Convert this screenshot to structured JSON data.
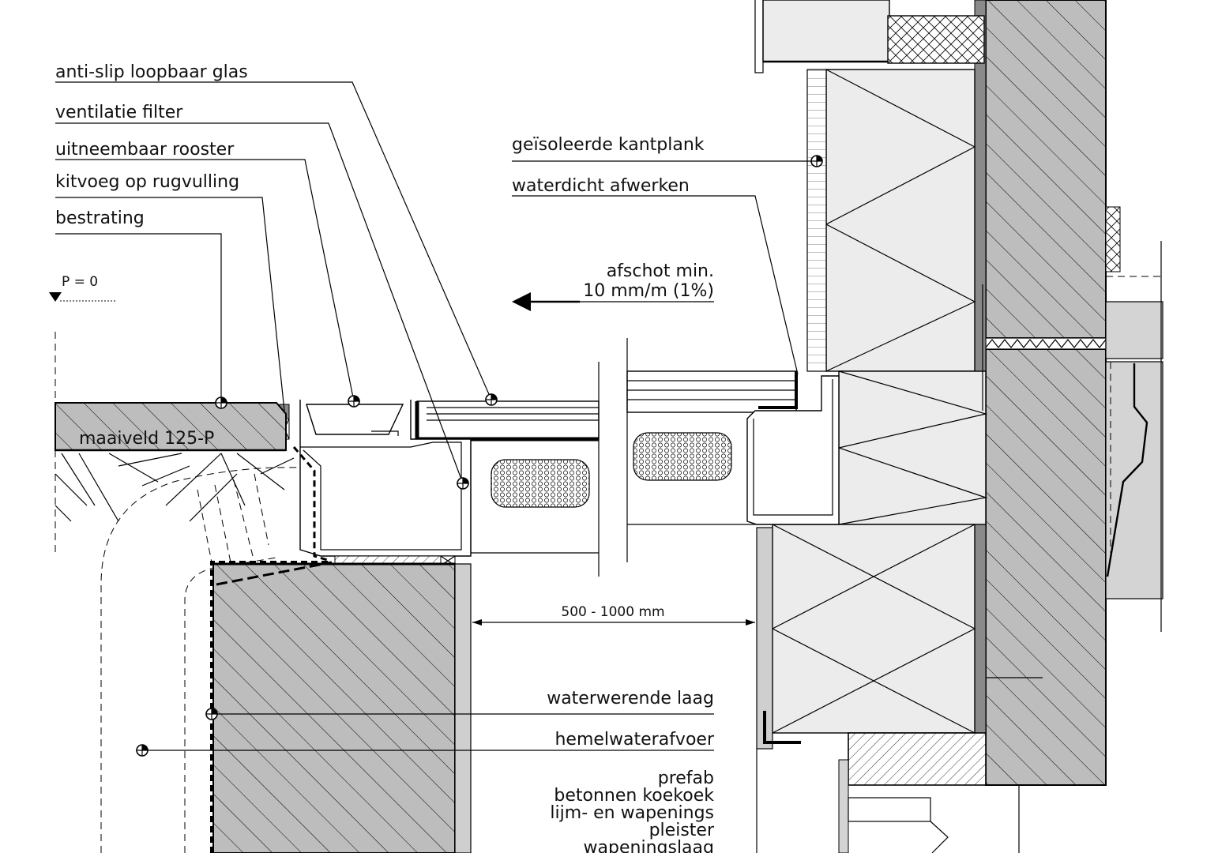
{
  "labels": {
    "anti_slip": "anti-slip loopbaar glas",
    "ventilatie": "ventilatie filter",
    "rooster": "uitneembaar rooster",
    "kitvoeg": "kitvoeg op rugvulling",
    "bestrating": "bestrating",
    "p0": "P = 0",
    "maaiveld": "maaiveld 125-P",
    "kantplank": "geïsoleerde kantplank",
    "waterdicht": "waterdicht afwerken",
    "afschot_1": "afschot min.",
    "afschot_2": "10 mm/m (1%)",
    "dimension": "500 - 1000 mm",
    "waterwerende": "waterwerende laag",
    "hemelwater": "hemelwaterafvoer",
    "prefab_1": "prefab",
    "prefab_2": "betonnen koekoek",
    "prefab_3": "lijm- en wapenings",
    "prefab_4": "pleister",
    "prefab_5": "wapeningslaag"
  },
  "colors": {
    "concrete": "#bdbdbd",
    "insulation": "#ececec",
    "line": "#000000"
  }
}
